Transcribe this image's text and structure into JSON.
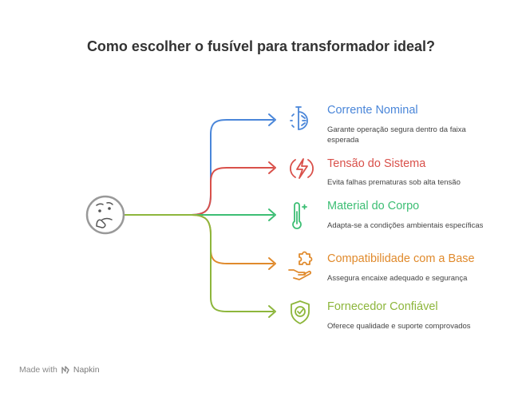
{
  "title": "Como escolher o fusível para transformador ideal?",
  "center_icon": "thinking-face-icon",
  "items": [
    {
      "title": "Corrente Nominal",
      "description": "Garante operação segura dentro da faixa esperada",
      "color": "#4A86D9",
      "icon": "stopwatch-icon"
    },
    {
      "title": "Tensão do Sistema",
      "description": "Evita falhas prematuras sob alta tensão",
      "color": "#D9504A",
      "icon": "lightning-bolt-icon"
    },
    {
      "title": "Material do Corpo",
      "description": "Adapta-se a condições ambientais específicas",
      "color": "#3DBE74",
      "icon": "thermometer-icon"
    },
    {
      "title": "Compatibilidade com a Base",
      "description": "Assegura encaixe adequado e segurança",
      "color": "#E08A2C",
      "icon": "puzzle-hand-icon"
    },
    {
      "title": "Fornecedor Confiável",
      "description": "Oferece qualidade e suporte comprovados",
      "color": "#8DB63C",
      "icon": "shield-check-icon"
    }
  ],
  "footer": {
    "prefix": "Made with",
    "brand": "Napkin",
    "icon": "napkin-logo-icon"
  }
}
